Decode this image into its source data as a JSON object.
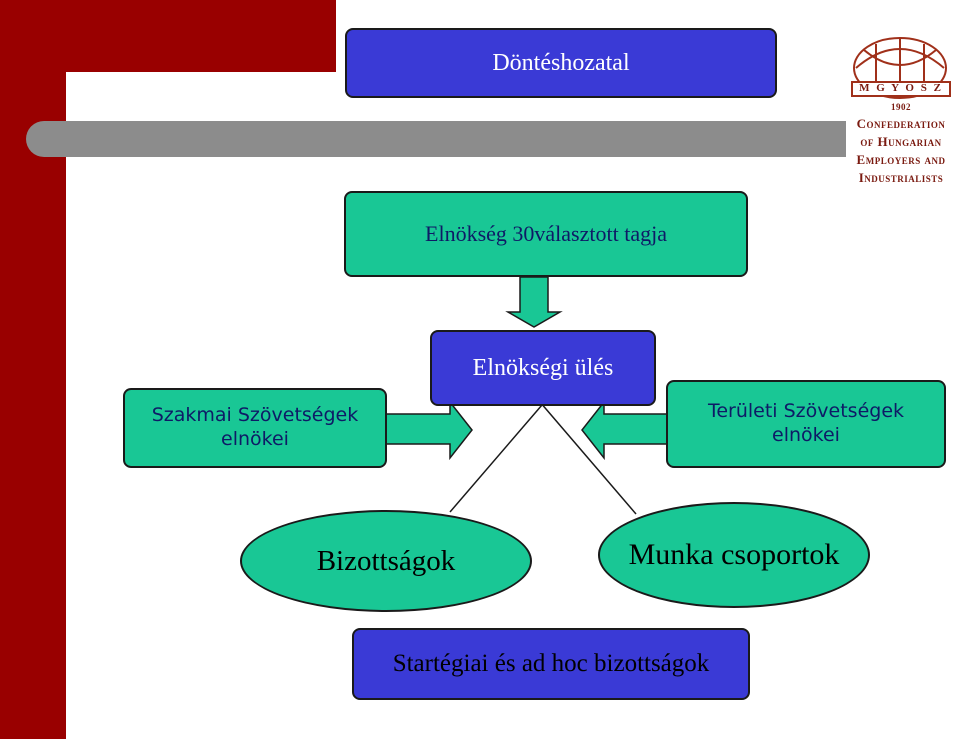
{
  "title": "Döntéshozatal",
  "elnokseg": "Elnökség 30választott tagja",
  "elnoksegi_ules": "Elnökségi ülés",
  "szakmai": {
    "line1": "Szakmai Szövetségek",
    "line2": "elnökei"
  },
  "teruleti": {
    "line1": "Területi Szövetségek",
    "line2": "elnökei"
  },
  "bizottsagok": "Bizottságok",
  "munka": "Munka csoportok",
  "startegiai": "Startégiai és ad hoc bizottságok",
  "logo": {
    "acronym": "M G Y O S Z",
    "year": "1902",
    "lines": [
      "Confederation",
      "of Hungarian",
      "Employers and",
      "Industrialists"
    ]
  },
  "colors": {
    "dark_red": "#990000",
    "blue_box": "#3a3ad6",
    "green_box": "#19c795",
    "grey_bar": "#8c8c8c",
    "logo": "#7a1a10"
  }
}
